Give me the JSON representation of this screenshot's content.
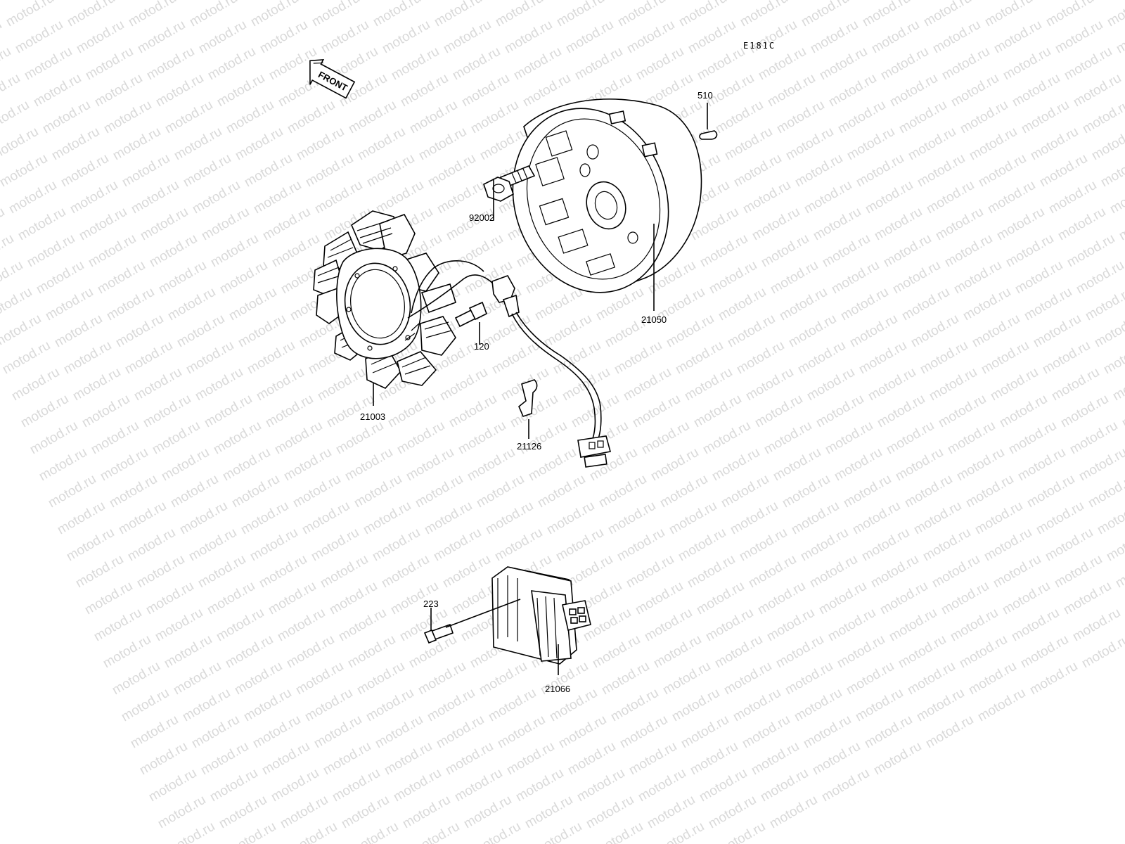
{
  "diagram": {
    "code": "E181C",
    "front_label": "FRONT",
    "watermark": "motod.ru"
  },
  "parts": {
    "p510": "510",
    "p92002": "92002",
    "p21050": "21050",
    "p120": "120",
    "p21003": "21003",
    "p21126": "21126",
    "p223": "223",
    "p21066": "21066"
  }
}
